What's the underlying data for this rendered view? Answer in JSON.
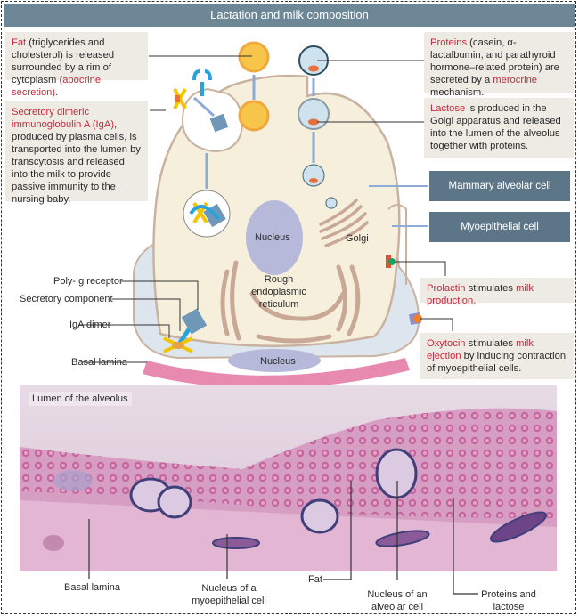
{
  "title": "Lactation and milk composition",
  "boxes": {
    "fat": {
      "highlight": "Fat",
      "text1": " (triglycerides and cholesterol) is released surrounded by a rim of cytoplasm ",
      "highlight2": "(apocrine secretion)",
      "text2": "."
    },
    "iga": {
      "highlight": "Secretory dimeric immunoglobulin A (IgA)",
      "text1": ", produced by plasma cells, is transported into the lumen by transcytosis and released into the milk to provide passive immunity to the nursing baby."
    },
    "proteins": {
      "highlight": "Proteins",
      "text1": " (casein, α-lactalbumin, and parathyroid hormone–related protein) are secreted by a ",
      "highlight2": "merocrine",
      "text2": " mechanism."
    },
    "lactose": {
      "highlight": "Lactose",
      "text1": " is produced in the Golgi apparatus and released into the lumen of the alveolus together with proteins."
    },
    "prolactin": {
      "highlight": "Prolactin",
      "text1": " stimulates ",
      "highlight2": "milk production.",
      "text2": ""
    },
    "oxytocin": {
      "highlight": "Oxytocin",
      "text1": " stimulates ",
      "highlight2": "milk ejection",
      "text2": " by inducing contraction of myoepithelial cells."
    }
  },
  "cell_labels": {
    "mammary_alveolar_cell": "Mammary alveolar cell",
    "myoepithelial_cell": "Myoepithelial cell"
  },
  "diagram_labels": {
    "nucleus_top": "Nucleus",
    "golgi": "Golgi",
    "rer": "Rough endoplasmic reticulum",
    "nucleus_bottom": "Nucleus",
    "poly_ig_receptor": "Poly-Ig receptor",
    "secretory_component": "Secretory component",
    "iga_dimer": "IgA dimer",
    "basal_lamina": "Basal lamina"
  },
  "photo": {
    "lumen_label": "Lumen of the alveolus",
    "labels": {
      "basal_lamina": "Basal lamina",
      "myo_nucleus": "Nucleus of a myoepithelial cell",
      "fat": "Fat",
      "alveolar_nucleus": "Nucleus of an alveolar cell",
      "proteins_lactose": "Proteins and lactose"
    }
  },
  "colors": {
    "header_bg": "#6e8796",
    "highlight_red": "#c8283a",
    "cell_label_bg": "#5c7687",
    "box_bg": "#eeebe4",
    "cytoplasm": "#f5efdc",
    "cell_outline": "#c9b3a0",
    "myoepithelial": "#dde6ee",
    "basal_lamina": "#e889b0",
    "nucleus": "#b6b9da",
    "fat_droplet": "#f5b434",
    "arrow_blue": "#8cabd6",
    "tissue_pink": "#d98fbc"
  }
}
